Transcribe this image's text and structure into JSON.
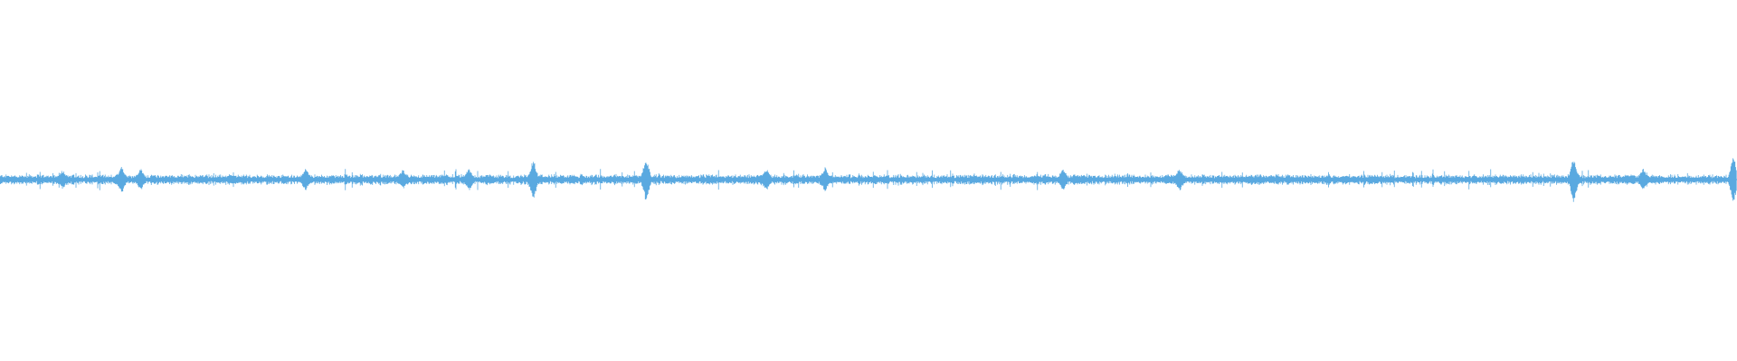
{
  "waveform": {
    "color": "#5aa9e0",
    "background": "#ffffff",
    "peak_positions": [
      0.036,
      0.07,
      0.081,
      0.176,
      0.232,
      0.27,
      0.307,
      0.372,
      0.441,
      0.475,
      0.612,
      0.679,
      0.906,
      0.946,
      0.998
    ],
    "peak_amplitudes": [
      0.35,
      0.55,
      0.4,
      0.4,
      0.35,
      0.4,
      0.85,
      0.95,
      0.4,
      0.45,
      0.4,
      0.45,
      0.95,
      0.4,
      0.95
    ]
  }
}
